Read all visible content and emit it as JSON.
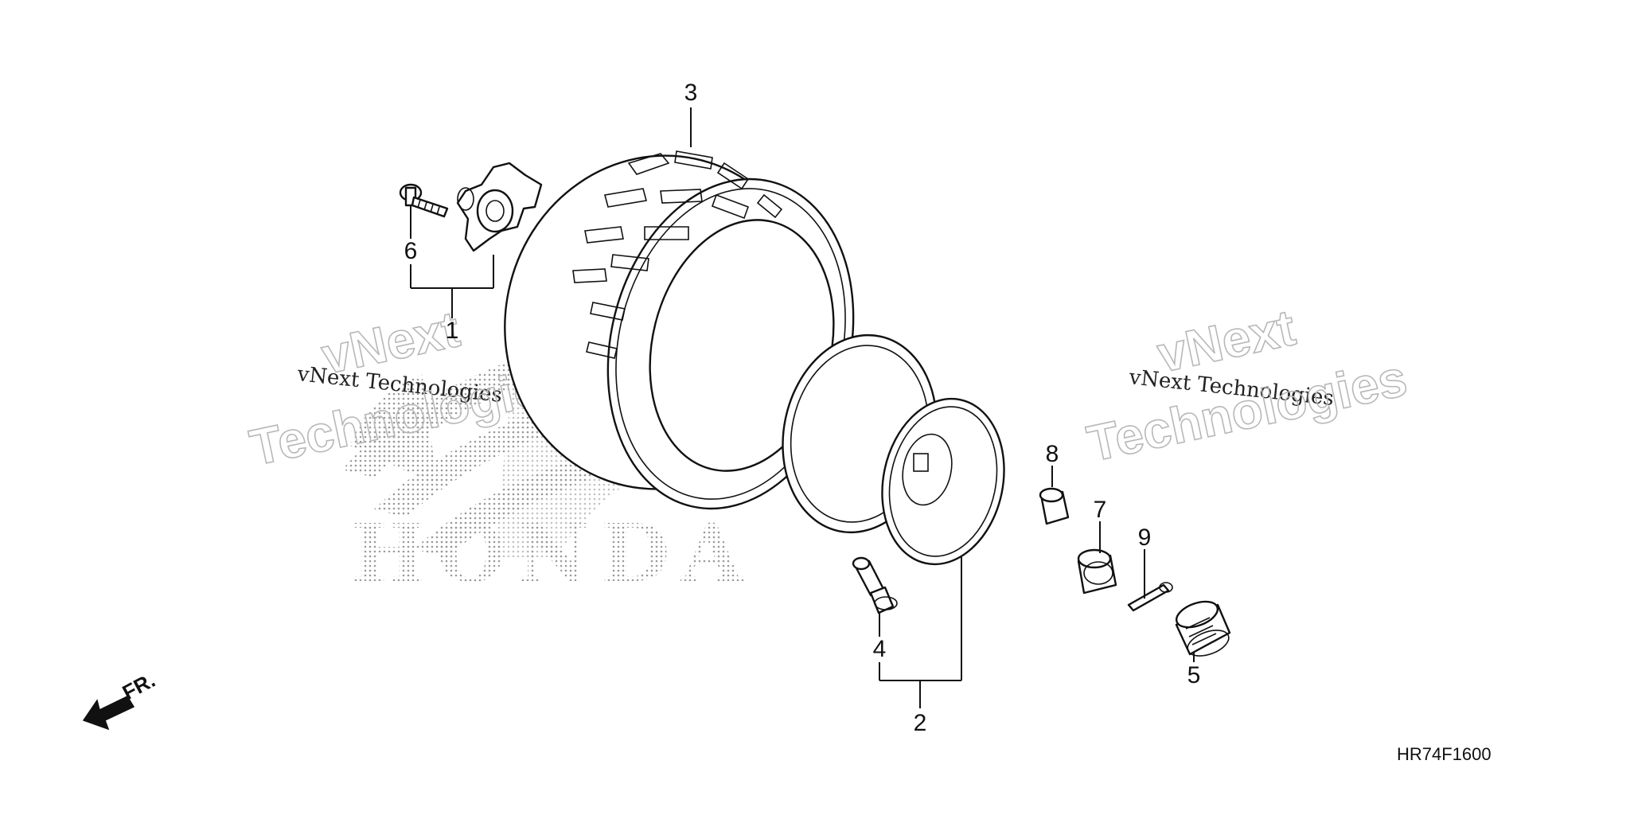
{
  "diagram": {
    "code": "HR74F1600",
    "direction": "FR.",
    "brand": "HONDA",
    "callouts": [
      {
        "id": "1",
        "text": "1"
      },
      {
        "id": "2",
        "text": "2"
      },
      {
        "id": "3",
        "text": "3"
      },
      {
        "id": "4",
        "text": "4"
      },
      {
        "id": "5",
        "text": "5"
      },
      {
        "id": "6",
        "text": "6"
      },
      {
        "id": "7",
        "text": "7"
      },
      {
        "id": "8",
        "text": "8"
      },
      {
        "id": "9",
        "text": "9"
      }
    ],
    "watermarks": [
      {
        "small": "vNext Technologies",
        "big_line1": "vNext",
        "big_line2": "Technologies"
      },
      {
        "small": "vNext Technologies",
        "big_line1": "vNext",
        "big_line2": "Technologies"
      }
    ]
  },
  "colors": {
    "ink": "#111111",
    "watermark": "#b8b8b8",
    "background": "#ffffff"
  }
}
